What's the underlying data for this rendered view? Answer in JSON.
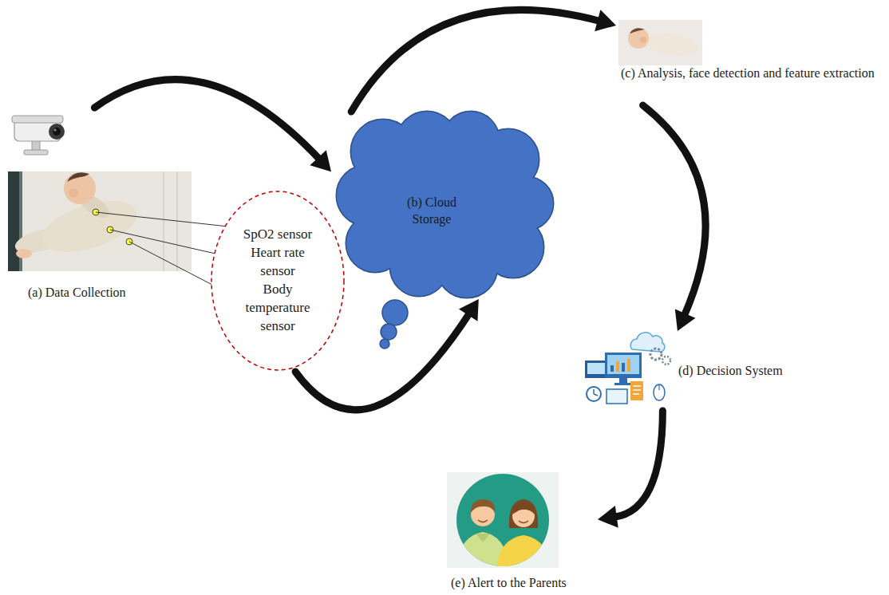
{
  "diagram": {
    "nodes": [
      {
        "text": [
          "(a) Data Collection"
        ]
      },
      {
        "text": [
          "SpO2 sensor",
          "Heart rate sensor",
          "Body temperature sensor"
        ]
      },
      {
        "text": [
          "(b) Cloud Storage"
        ]
      },
      {
        "text": [
          "(c) Analysis, face detection and feature extraction"
        ]
      },
      {
        "text": [
          "(d) Decision System"
        ]
      },
      {
        "text": [
          "(e) Alert to the Parents"
        ]
      }
    ],
    "edges": [
      {
        "from": 0,
        "to": 2,
        "arrow": "to"
      },
      {
        "from": 0,
        "to": 1,
        "arrow": "none"
      },
      {
        "from": 0,
        "to": 1,
        "arrow": "none"
      },
      {
        "from": 0,
        "to": 1,
        "arrow": "none"
      },
      {
        "from": 1,
        "to": 2,
        "arrow": "to"
      },
      {
        "from": 2,
        "to": 3,
        "arrow": "to"
      },
      {
        "from": 3,
        "to": 4,
        "arrow": "to"
      },
      {
        "from": 4,
        "to": 5,
        "arrow": "to"
      }
    ]
  }
}
